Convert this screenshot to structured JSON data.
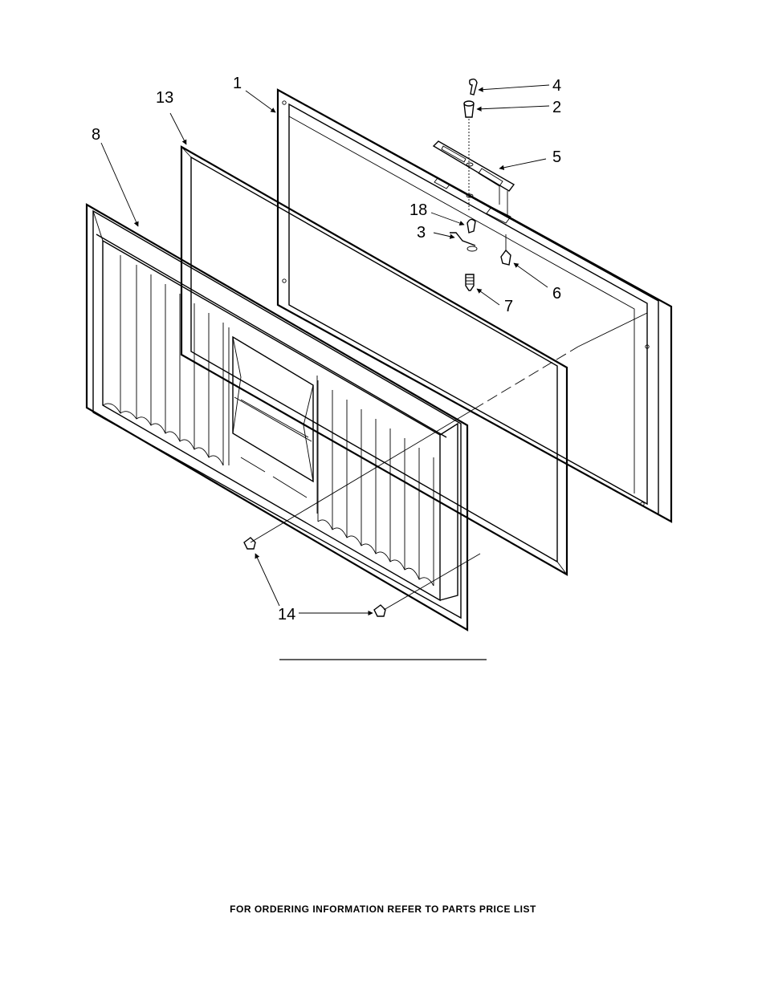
{
  "callouts": {
    "c1": "1",
    "c2": "2",
    "c3": "3",
    "c4": "4",
    "c5": "5",
    "c6": "6",
    "c7": "7",
    "c8": "8",
    "c13": "13",
    "c14": "14",
    "c18": "18"
  },
  "footer": "FOR ORDERING INFORMATION REFER TO PARTS PRICE LIST"
}
